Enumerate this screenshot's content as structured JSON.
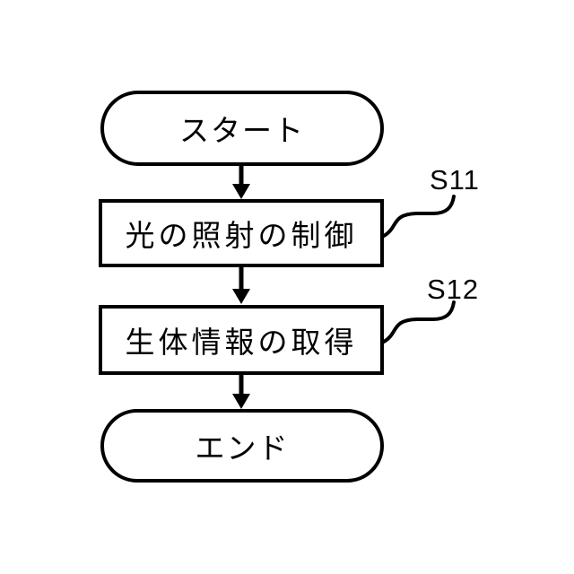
{
  "figure": {
    "type": "flowchart",
    "background_color": "#ffffff",
    "line_color": "#000000",
    "nodes": [
      {
        "id": "start",
        "shape": "terminal",
        "label": "スタート"
      },
      {
        "id": "step-s11",
        "shape": "process",
        "label": "光の照射の制御",
        "step_label": "S11"
      },
      {
        "id": "step-s12",
        "shape": "process",
        "label": "生体情報の取得",
        "step_label": "S12"
      },
      {
        "id": "end",
        "shape": "terminal",
        "label": "エンド"
      }
    ],
    "edges": [
      {
        "from": "start",
        "to": "step-s11"
      },
      {
        "from": "step-s11",
        "to": "step-s12"
      },
      {
        "from": "step-s12",
        "to": "end"
      }
    ]
  }
}
